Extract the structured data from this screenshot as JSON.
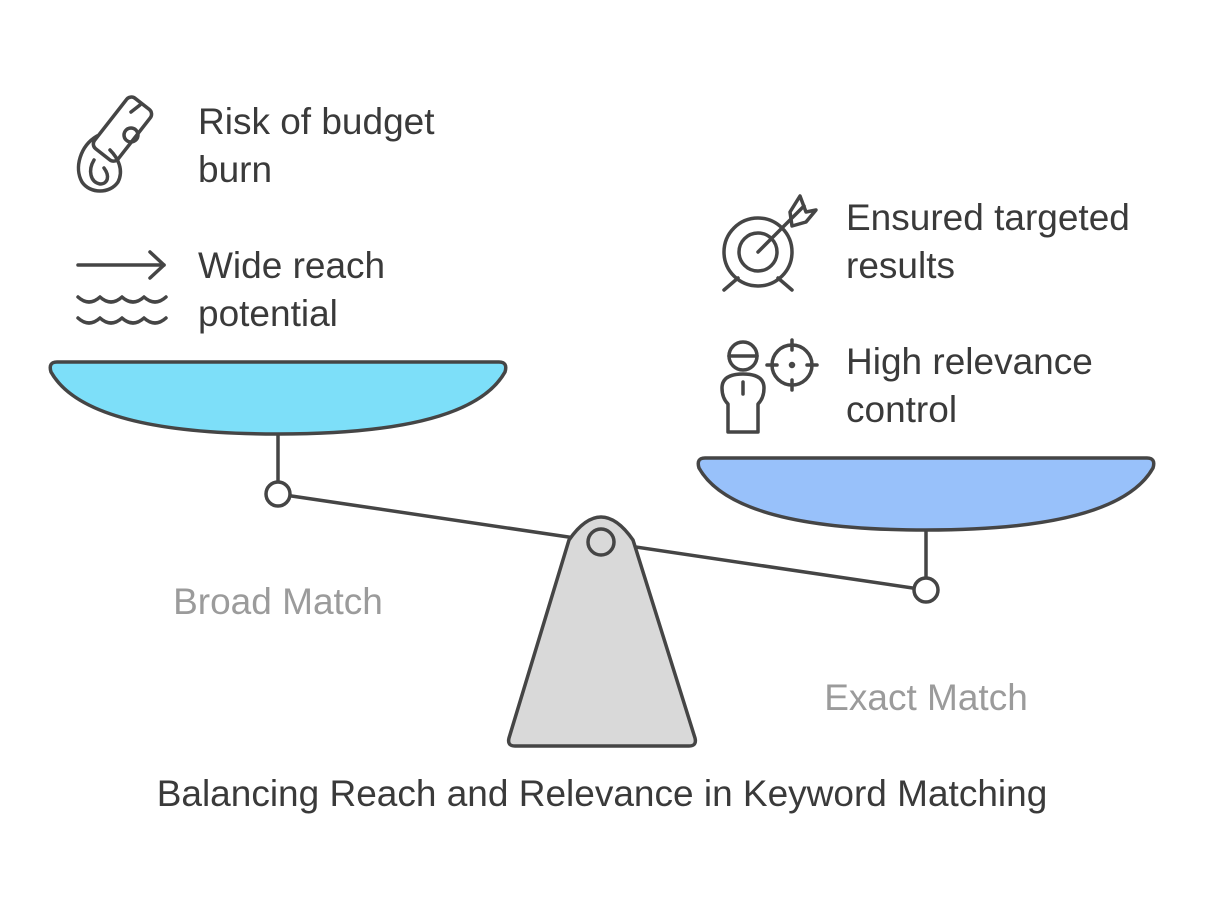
{
  "diagram": {
    "caption": "Balancing Reach and Relevance in Keyword Matching",
    "tilt": "left side raised, right side lowered",
    "colors": {
      "left_pan": "#7ddff9",
      "right_pan": "#98c1fa",
      "fulcrum": "#d9d9d9",
      "outline": "#454545",
      "item_text": "#3a3a3a",
      "side_label_text": "#9b9b9b"
    },
    "left": {
      "label": "Broad Match",
      "items": [
        {
          "icon": "budget-burn-icon",
          "line1": "Risk of budget",
          "line2": "burn"
        },
        {
          "icon": "wide-reach-icon",
          "line1": "Wide reach",
          "line2": "potential"
        }
      ]
    },
    "right": {
      "label": "Exact Match",
      "items": [
        {
          "icon": "target-arrow-icon",
          "line1": "Ensured targeted",
          "line2": "results"
        },
        {
          "icon": "person-crosshair-icon",
          "line1": "High relevance",
          "line2": "control"
        }
      ]
    }
  }
}
